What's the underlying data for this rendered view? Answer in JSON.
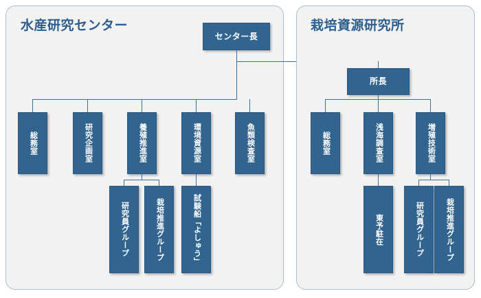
{
  "panels": {
    "left": {
      "title": "水産研究センター",
      "root": {
        "label": "センター長"
      },
      "level1": [
        {
          "label": "総務室"
        },
        {
          "label": "研究企画室"
        },
        {
          "label": "養殖推進室"
        },
        {
          "label": "環境資源室"
        },
        {
          "label": "魚類検査室"
        }
      ],
      "level2": [
        {
          "label": "研究員グループ"
        },
        {
          "label": "栽培推進グループ"
        },
        {
          "label": "試験船「よしゅう」"
        }
      ]
    },
    "right": {
      "title": "栽培資源研究所",
      "root": {
        "label": "所長"
      },
      "level1": [
        {
          "label": "総務室"
        },
        {
          "label": "浅海調査室"
        },
        {
          "label": "増殖技術室"
        }
      ],
      "level2": [
        {
          "label": "東予駐在"
        },
        {
          "label": "研究員グループ"
        },
        {
          "label": "栽培推進グループ"
        }
      ]
    }
  },
  "colors": {
    "box_fill": "#31648f",
    "box_text": "#ffffff",
    "panel_bg": "#f2f2f2",
    "panel_border": "#a9bcd6",
    "title_text": "#2d5d8e",
    "connector": "#3b6e9e"
  }
}
